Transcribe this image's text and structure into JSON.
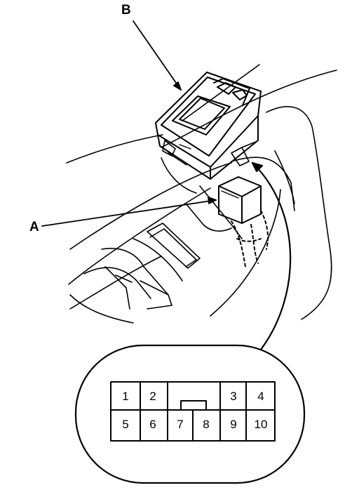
{
  "callouts": {
    "a": "A",
    "b": "B"
  },
  "connector": {
    "pins_top": [
      "1",
      "2",
      "3",
      "4"
    ],
    "pins_bottom": [
      "5",
      "6",
      "7",
      "8",
      "9",
      "10"
    ]
  }
}
